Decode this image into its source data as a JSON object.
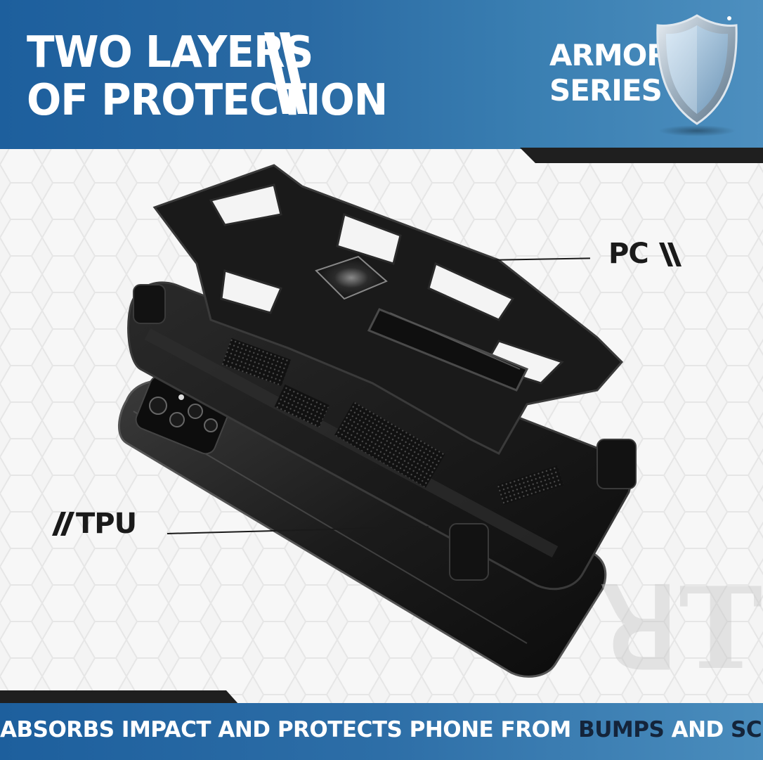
{
  "header": {
    "title_line1": "TWO LAYERS",
    "title_line2": "OF PROTECTION",
    "series_line1": "ARMOR",
    "series_line2": "SERIES"
  },
  "labels": {
    "pc": "PC",
    "tpu": "TPU"
  },
  "footer": {
    "tagline_part1": "ABSORBS IMPACT AND PROTECTS PHONE FROM ",
    "tagline_bumps": "BUMPS",
    "tagline_and": " AND ",
    "tagline_scratches": "SCRATCHES"
  },
  "colors": {
    "brand_blue": "#1d5f9d",
    "accent_dark": "#1f1f1f",
    "highlight_dark": "#14243a"
  },
  "icons": [
    "shield-icon",
    "double-slash-icon"
  ]
}
